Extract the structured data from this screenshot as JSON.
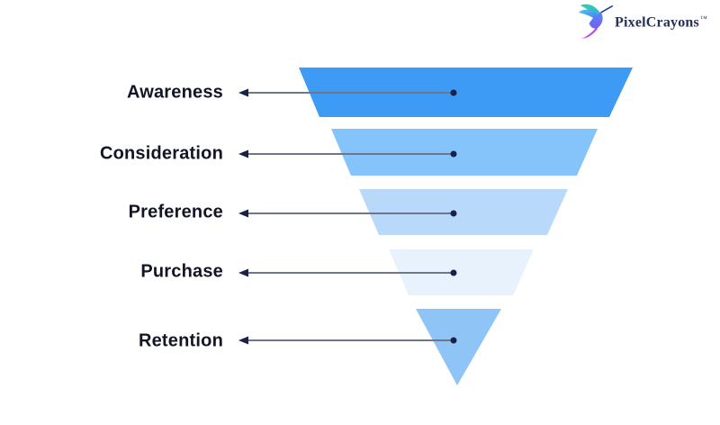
{
  "logo": {
    "brand": "PixelCrayons",
    "trademark": "™",
    "icon": "hummingbird-icon",
    "text_color": "#273058"
  },
  "funnel": {
    "type": "funnel",
    "label_color": "#131526",
    "connector": {
      "line_color": "#6F7689",
      "marker_color": "#16224A"
    },
    "stages": [
      {
        "label": "Awareness",
        "color": "#3D9BF5"
      },
      {
        "label": "Consideration",
        "color": "#85C4FA"
      },
      {
        "label": "Preference",
        "color": "#B9D9FB"
      },
      {
        "label": "Purchase",
        "color": "#E8F2FC"
      },
      {
        "label": "Retention",
        "color": "#8EC5F6"
      }
    ]
  }
}
